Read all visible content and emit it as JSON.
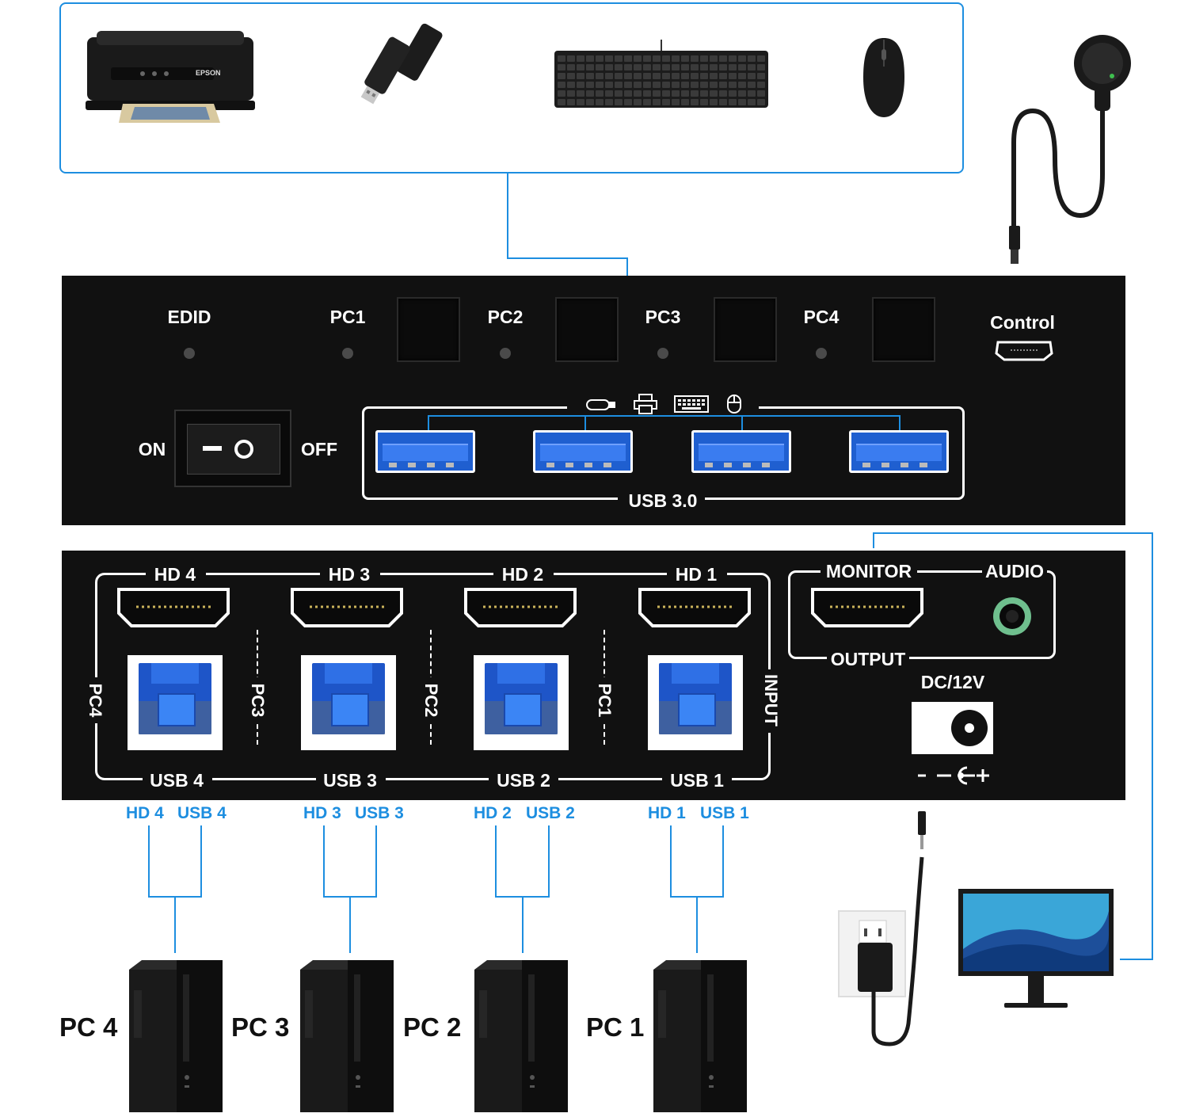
{
  "devices": {
    "printer_brand": "EPSON",
    "items": [
      "printer-icon",
      "usb-flash-drive-icon",
      "keyboard-icon",
      "mouse-icon"
    ]
  },
  "top_panel": {
    "edid": "EDID",
    "pc_labels": [
      "PC1",
      "PC2",
      "PC3",
      "PC4"
    ],
    "control": "Control",
    "on": "ON",
    "off": "OFF",
    "usb30": "USB 3.0"
  },
  "rear_panel": {
    "hd_labels": [
      "HD 4",
      "HD 3",
      "HD 2",
      "HD 1"
    ],
    "usb_labels": [
      "USB 4",
      "USB 3",
      "USB 2",
      "USB 1"
    ],
    "pc_vertical": [
      "PC4",
      "PC3",
      "PC2",
      "PC1"
    ],
    "input": "INPUT",
    "monitor": "MONITOR",
    "audio": "AUDIO",
    "output": "OUTPUT",
    "dc": "DC/12V",
    "polarity": "-    +"
  },
  "cables": {
    "labels": [
      {
        "hd": "HD 4",
        "usb": "USB 4"
      },
      {
        "hd": "HD 3",
        "usb": "USB 3"
      },
      {
        "hd": "HD 2",
        "usb": "USB 2"
      },
      {
        "hd": "HD 1",
        "usb": "USB 1"
      }
    ]
  },
  "computers": {
    "labels": [
      "PC 4",
      "PC 3",
      "PC 2",
      "PC 1"
    ]
  },
  "colors": {
    "accent_blue": "#1d8ee0",
    "panel": "#111111",
    "usb_blue": "#1f5fd0"
  }
}
